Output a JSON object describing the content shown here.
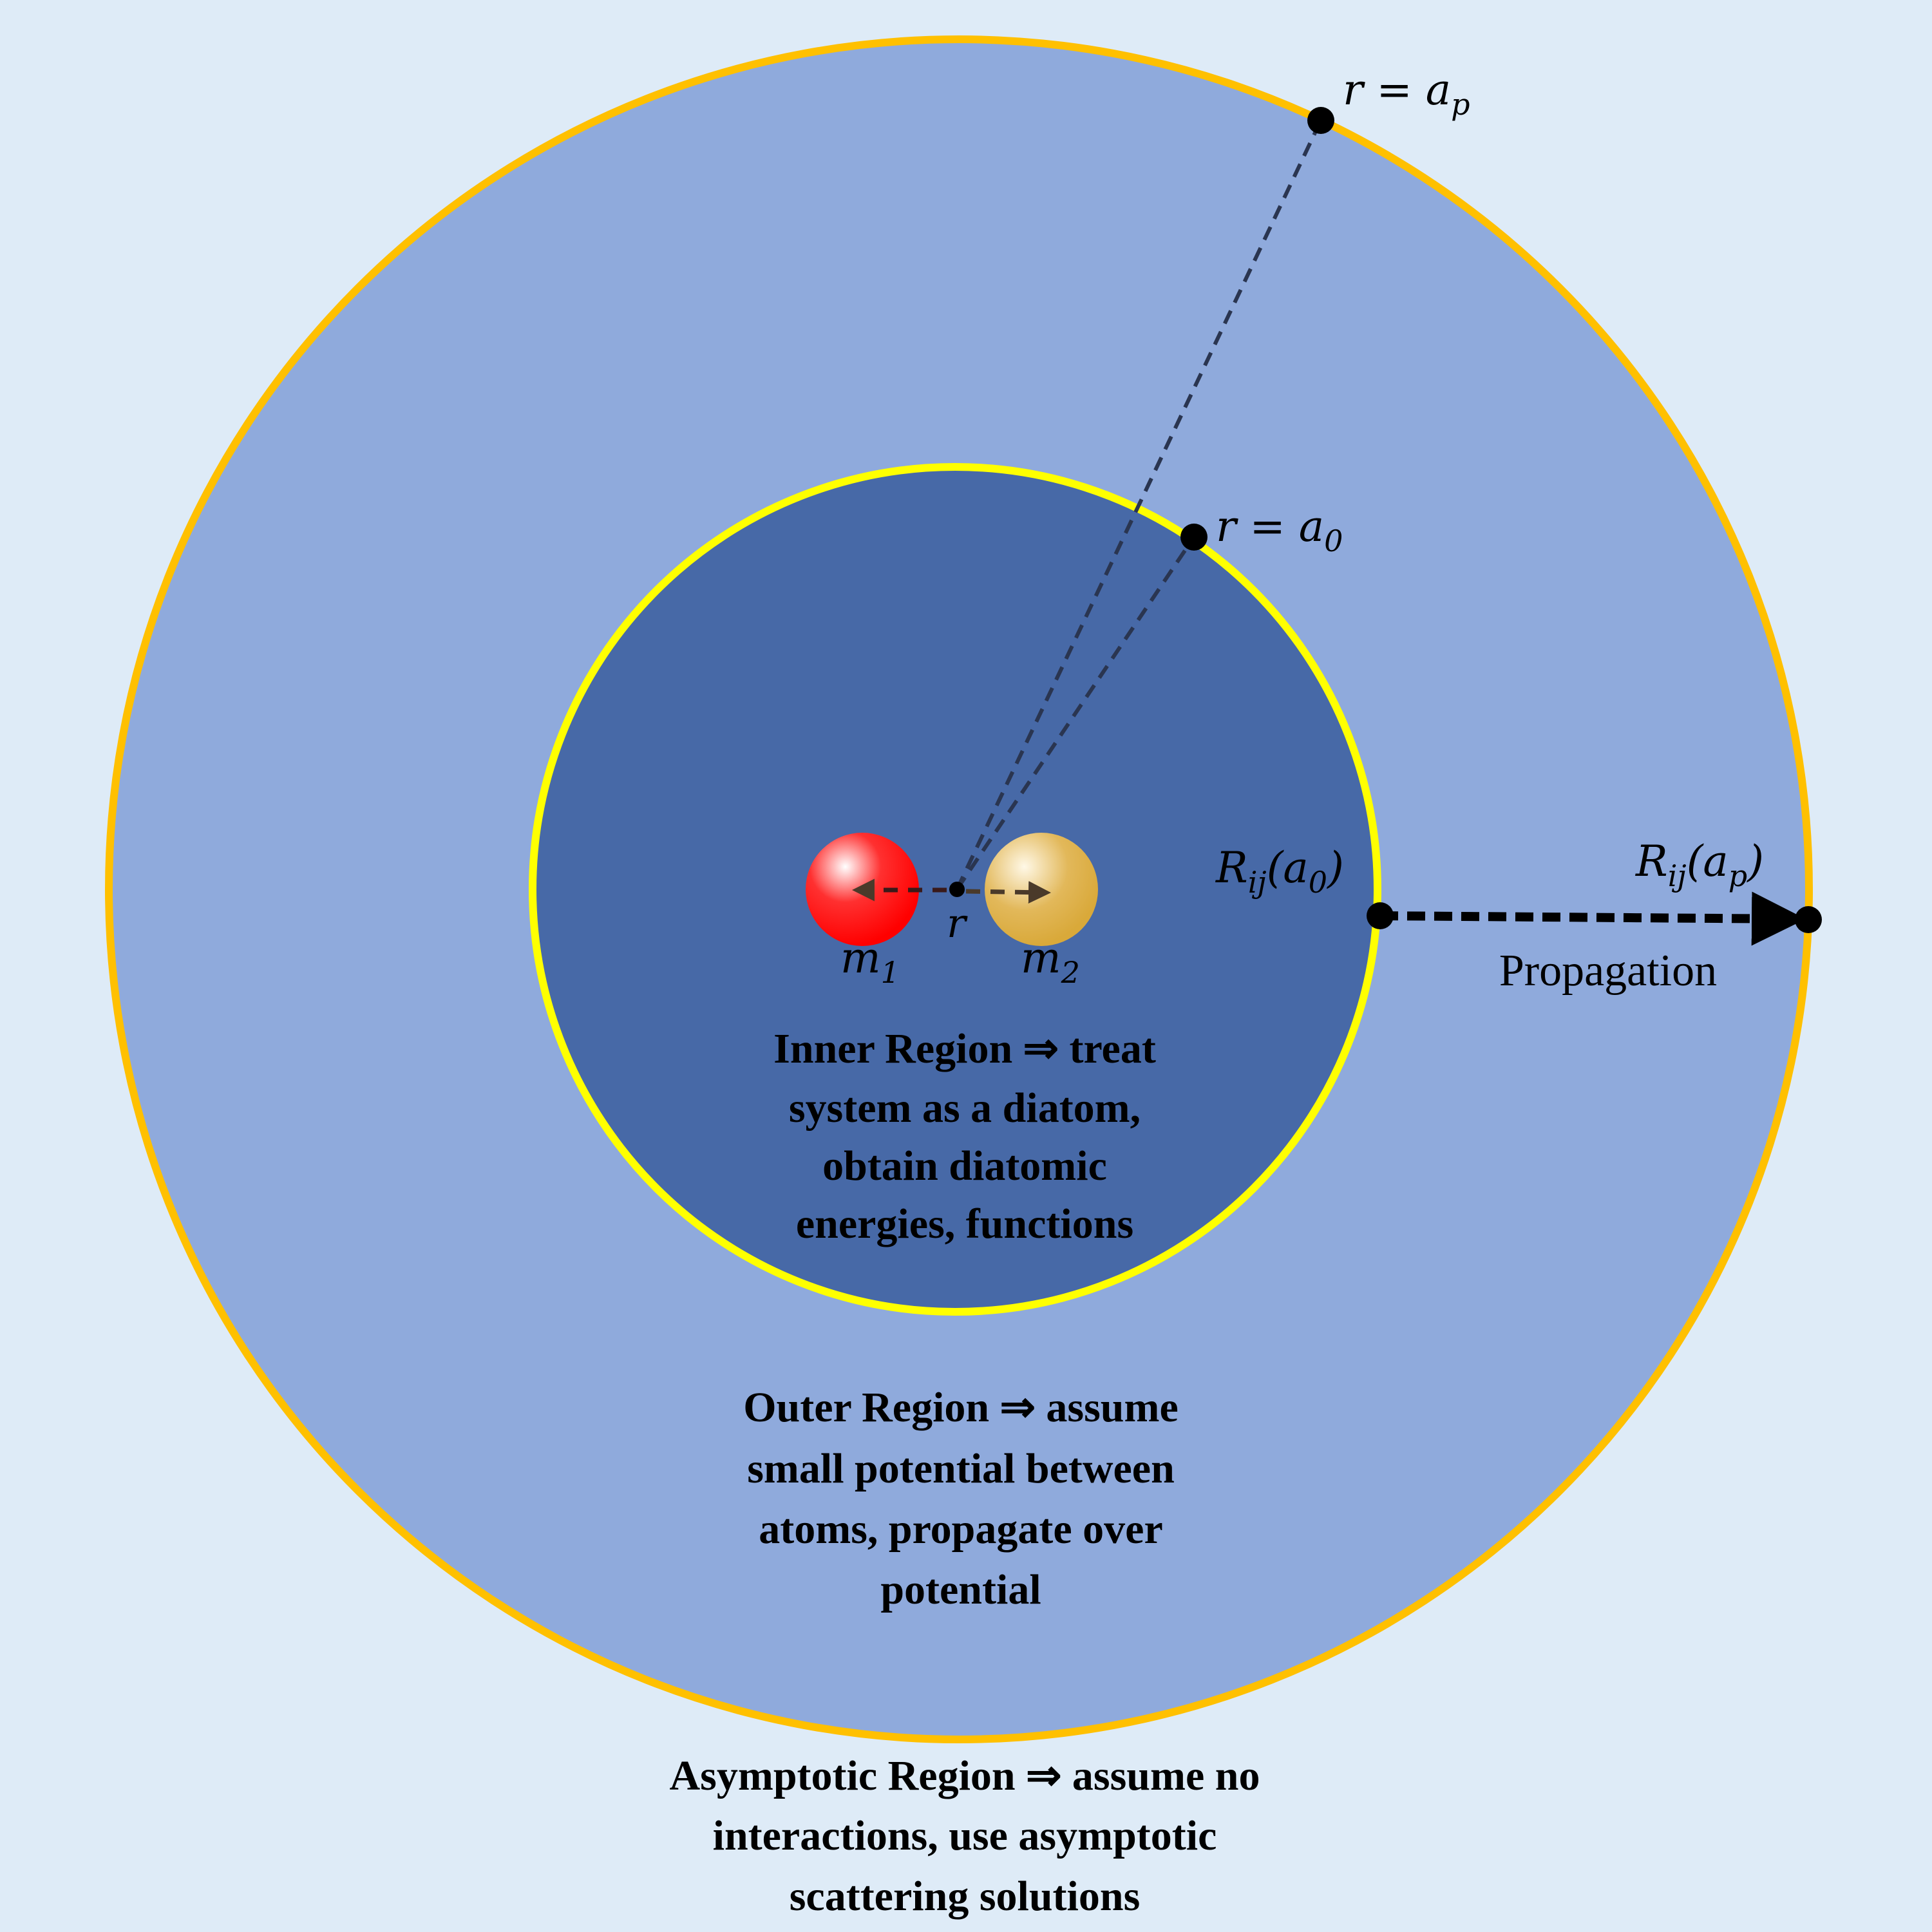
{
  "colors": {
    "background": "#DEEBF7",
    "outer_fill": "#8FAADC",
    "outer_border": "#FFC000",
    "inner_fill": "#4769A7",
    "inner_border": "#FFFF00",
    "mass1": "#FF0000",
    "mass2": "#D9A93A"
  },
  "labels": {
    "r_ap": {
      "main": "r = a",
      "sub": "p"
    },
    "r_a0": {
      "main": "r = a",
      "sub": "0"
    },
    "r": "r",
    "m1": {
      "main": "m",
      "sub": "1"
    },
    "m2": {
      "main": "m",
      "sub": "2"
    },
    "R_a0": {
      "main": "R",
      "sub": "ij",
      "open": "(a",
      "arg_sub": "0",
      "close": ")"
    },
    "R_ap": {
      "main": "R",
      "sub": "ij",
      "open": "(a",
      "arg_sub": "p",
      "close": ")"
    },
    "propagation": "Propagation"
  },
  "inner_region": [
    "Inner Region ⇒ treat",
    "system as a diatom,",
    "obtain diatomic",
    "energies, functions"
  ],
  "outer_region": [
    "Outer Region ⇒ assume",
    "small potential between",
    "atoms, propagate over",
    "potential"
  ],
  "asymptotic_region": [
    "Asymptotic Region ⇒ assume no",
    "interactions, use asymptotic",
    "scattering solutions"
  ]
}
